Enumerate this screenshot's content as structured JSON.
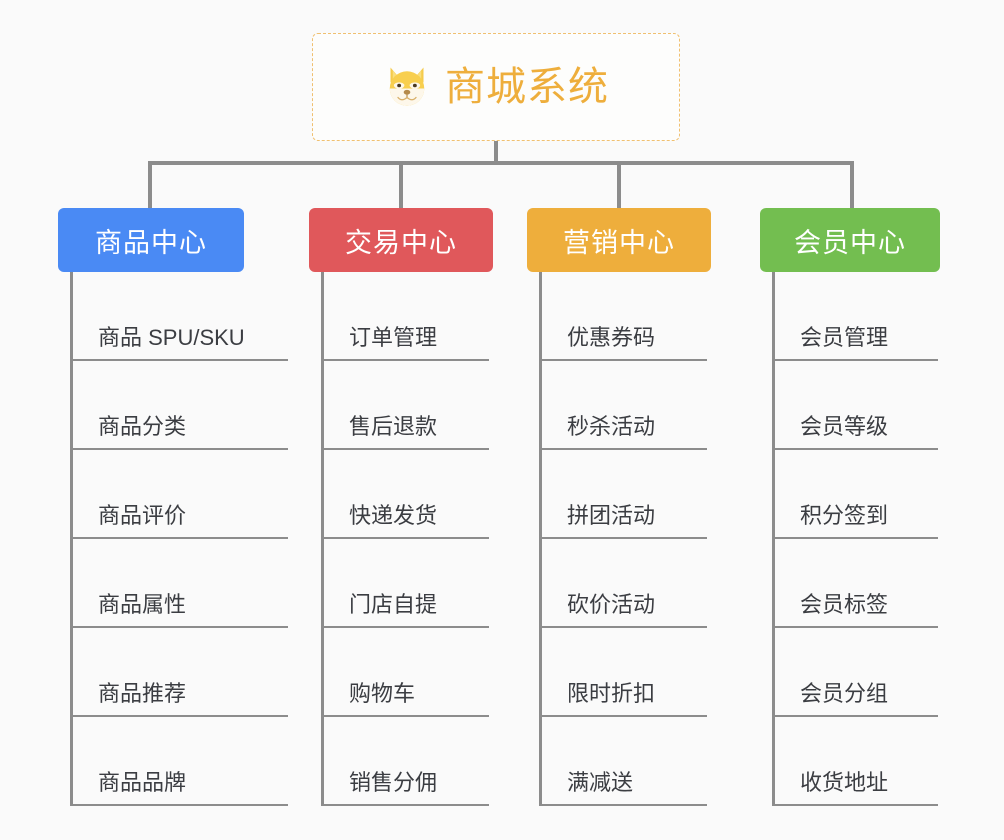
{
  "page": {
    "background_color": "#fafafa",
    "type": "org-chart"
  },
  "root": {
    "title": "商城系统",
    "icon": "shiba-dog-face-icon",
    "border_color": "#f0c070",
    "text_color": "#eeae3c"
  },
  "connector_color": "#8c8c8c",
  "columns": [
    {
      "title": "商品中心",
      "color": "#4a8af4",
      "items": [
        "商品 SPU/SKU",
        "商品分类",
        "商品评价",
        "商品属性",
        "商品推荐",
        "商品品牌"
      ]
    },
    {
      "title": "交易中心",
      "color": "#e0585b",
      "items": [
        "订单管理",
        "售后退款",
        "快递发货",
        "门店自提",
        "购物车",
        "销售分佣"
      ]
    },
    {
      "title": "营销中心",
      "color": "#eeae3c",
      "items": [
        "优惠券码",
        "秒杀活动",
        "拼团活动",
        "砍价活动",
        "限时折扣",
        "满减送"
      ]
    },
    {
      "title": "会员中心",
      "color": "#73be50",
      "items": [
        "会员管理",
        "会员等级",
        "积分签到",
        "会员标签",
        "会员分组",
        "收货地址"
      ]
    }
  ]
}
